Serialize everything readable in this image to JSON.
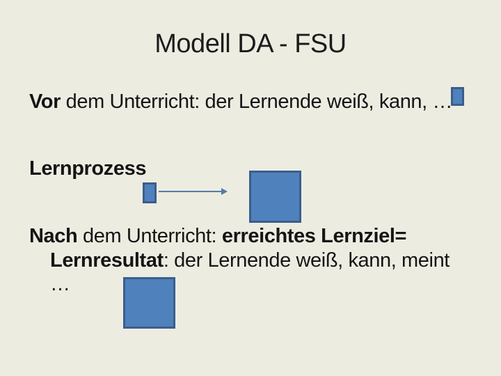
{
  "slide": {
    "title": "Modell DA - FSU",
    "paragraph1": {
      "bold_lead": "Vor",
      "rest": " dem Unterricht: der Lernende weiß, kann, …"
    },
    "lernprozess_label": "Lernprozess",
    "paragraph2": {
      "line1_bold1": "Nach",
      "line1_regular": " dem Unterricht: ",
      "line1_bold2": "erreichtes Lernziel=",
      "line2_bold": "Lernresultat",
      "line2_regular": ": der Lernende weiß, kann, meint",
      "line3": "…"
    },
    "shapes": {
      "small_square_before": "small blue square after 'kann, …'",
      "small_square_process_start": "small blue square at start of process arrow",
      "process_arrow": "thin blue arrow pointing right",
      "large_square_process_end": "large blue square at end of process arrow",
      "large_square_result": "large blue square below result text"
    },
    "colors": {
      "background": "#EDECE1",
      "text": "#151515",
      "shape_fill": "#4F81BD",
      "shape_border": "#3A5E8C",
      "arrow": "#567AA8"
    }
  }
}
